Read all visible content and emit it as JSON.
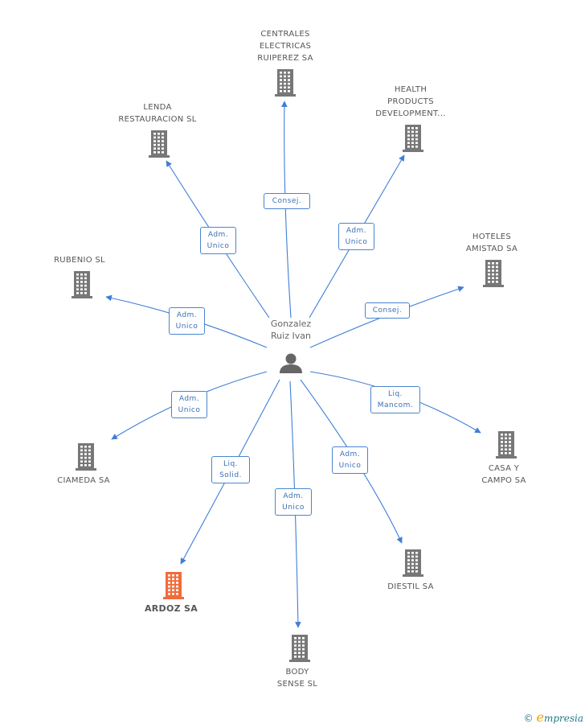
{
  "center": {
    "name": "Gonzalez\nRuiz Ivan",
    "icon": "person-icon",
    "color": "#666666"
  },
  "colors": {
    "edge": "#3f7fd6",
    "company": "#777777",
    "highlight": "#f26b3a",
    "badge_text": "#3a6fb3"
  },
  "companies": [
    {
      "id": "centrales",
      "label": "CENTRALES\nELECTRICAS\nRUIPEREZ SA",
      "relation": "Consej.",
      "highlight": false
    },
    {
      "id": "health",
      "label": "HEALTH\nPRODUCTS\nDEVELOPMENT...",
      "relation": "Adm.\nUnico",
      "highlight": false
    },
    {
      "id": "lenda",
      "label": "LENDA\nRESTAURACION SL",
      "relation": "Adm.\nUnico",
      "highlight": false
    },
    {
      "id": "hoteles",
      "label": "HOTELES\nAMISTAD SA",
      "relation": "Consej.",
      "highlight": false
    },
    {
      "id": "rubenio",
      "label": "RUBENIO SL",
      "relation": "Adm.\nUnico",
      "highlight": false
    },
    {
      "id": "casa",
      "label": "CASA Y\nCAMPO SA",
      "relation": "Liq.\nMancom.",
      "highlight": false
    },
    {
      "id": "ciameda",
      "label": "CIAMEDA SA",
      "relation": "Adm.\nUnico",
      "highlight": false
    },
    {
      "id": "diestil",
      "label": "DIESTIL SA",
      "relation": "Adm.\nUnico",
      "highlight": false
    },
    {
      "id": "ardoz",
      "label": "ARDOZ SA",
      "relation": "Liq.\nSolid.",
      "highlight": true
    },
    {
      "id": "body",
      "label": "BODY\nSENSE SL",
      "relation": "Adm.\nUnico",
      "highlight": false
    }
  ],
  "footer": {
    "copyright": "©",
    "brand_initial": "e",
    "brand_rest": "mpresia"
  }
}
